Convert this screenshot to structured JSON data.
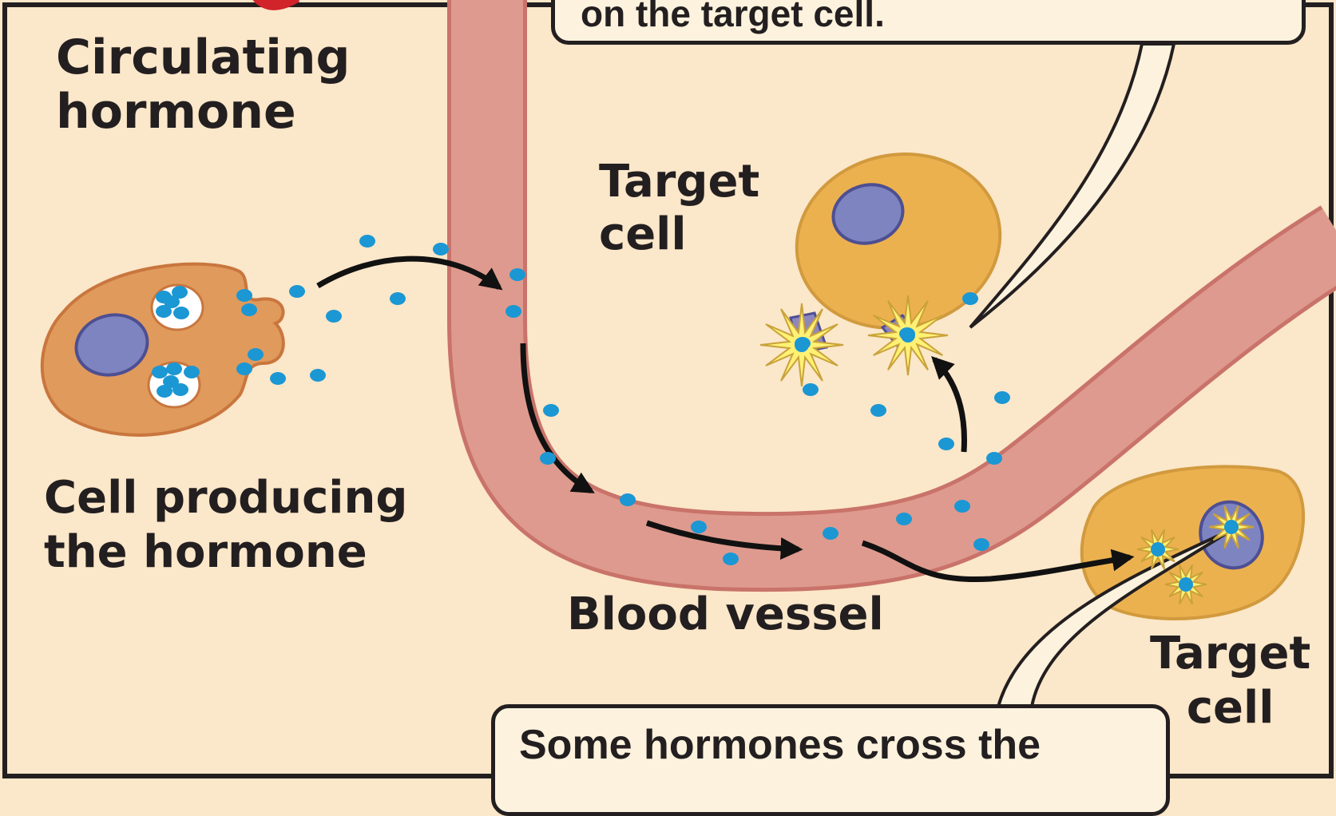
{
  "title": [
    "Circulating",
    "hormone"
  ],
  "labels": {
    "producer": [
      "Cell producing",
      "the hormone"
    ],
    "target_top": [
      "Target",
      "cell"
    ],
    "target_bottom": [
      "Target",
      "cell"
    ],
    "vessel": "Blood vessel"
  },
  "callouts": {
    "top": "on the target cell.",
    "bottom": "Some hormones cross the"
  },
  "colors": {
    "background": "#fbe7c9",
    "border": "#231f20",
    "vessel_wall": "#c9736a",
    "vessel_fill": "#de9a8e",
    "producer_cell": "#e09a5c",
    "target_cell": "#ecb14f",
    "nucleus": "#7d84c0",
    "hormone": "#1b97d4",
    "burst": "#fff174",
    "receptor": "#8d87be",
    "red_mark": "#d1232a"
  }
}
